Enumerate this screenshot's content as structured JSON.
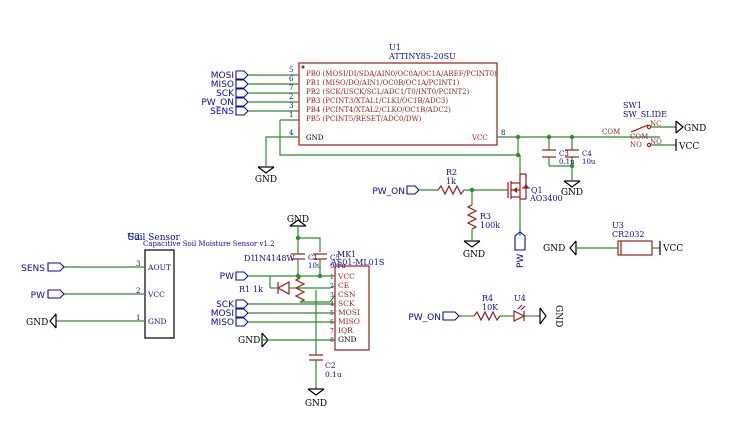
{
  "u1": {
    "ref": "U1",
    "value": "ATTINY85-20SU",
    "pins": [
      {
        "num": "5",
        "label": "PB0 (MOSI/DI/SDA/AIN0/OC0A/OC1A/AREF/PCINT0)",
        "net": "MOSI"
      },
      {
        "num": "6",
        "label": "PB1 (MISO/DO/AIN1/OC0B/OC1A/PCINT1)",
        "net": "MISO"
      },
      {
        "num": "7",
        "label": "PB2 (SCK/USCK/SCL/ADC1/T0/INT0/PCINT2)",
        "net": "SCK"
      },
      {
        "num": "2",
        "label": "PB3 (PCINT3/XTAL1/CLKI/OC1B/ADC3)",
        "net": "PW_ON"
      },
      {
        "num": "3",
        "label": "PB4 (PCINT4/XTAL2/CLKO/OC1B/ADC2)",
        "net": "SENS"
      },
      {
        "num": "1",
        "label": "PB5 (PCINT5/RESET/ADC0/DW)",
        "net": ""
      }
    ],
    "gnd_num": "4",
    "gnd_label": "GND",
    "vcc_num": "8",
    "vcc_label": "VCC"
  },
  "gnd": "GND",
  "vcc": "VCC",
  "sw1": {
    "ref": "SW1",
    "value": "SW_SLIDE",
    "nc": "NC",
    "com": "COM",
    "no": "NO"
  },
  "c3": {
    "ref": "C3",
    "value": "0.1u"
  },
  "c4": {
    "ref": "C4",
    "value": "10u"
  },
  "r2": {
    "ref": "R2",
    "value": "1k",
    "net": "PW_ON"
  },
  "q1": {
    "ref": "Q1",
    "value": "AO3400"
  },
  "r3": {
    "ref": "R3",
    "value": "100k"
  },
  "pw_label": "PW",
  "u3": {
    "ref": "U3",
    "value": "CR2032"
  },
  "sensor": {
    "ref": "U2",
    "value": "Capacitive Soil Moisture Sensor v1.2",
    "title": "Soil Sensor",
    "pins": [
      {
        "num": "3",
        "name": "AOUT",
        "net": "SENS"
      },
      {
        "num": "2",
        "name": "VCC",
        "net": "PW"
      },
      {
        "num": "1",
        "name": "GND",
        "net": "GND"
      }
    ]
  },
  "d1": {
    "label": "D1",
    "value": "1N4148W"
  },
  "c1": {
    "ref": "C1",
    "value": "10u"
  },
  "c5": {
    "ref": "C5",
    "value": "0.1u"
  },
  "r1": {
    "ref": "R1",
    "value": "1k"
  },
  "mk1": {
    "ref": "MK1",
    "value": "AS01-ML01S",
    "pins": [
      {
        "num": "1",
        "name": "VCC"
      },
      {
        "num": "2",
        "name": "CE"
      },
      {
        "num": "3",
        "name": "CSN"
      },
      {
        "num": "4",
        "name": "SCK"
      },
      {
        "num": "5",
        "name": "MOSI"
      },
      {
        "num": "6",
        "name": "MISO"
      },
      {
        "num": "7",
        "name": "IQR"
      },
      {
        "num": "8",
        "name": "GND"
      }
    ],
    "nets": [
      "PW",
      "SCK",
      "MOSI",
      "MISO",
      "GND"
    ]
  },
  "c2": {
    "ref": "C2",
    "value": "0.1u"
  },
  "r4": {
    "ref": "R4",
    "value": "10K",
    "net": "PW_ON"
  },
  "u4": {
    "ref": "U4"
  }
}
